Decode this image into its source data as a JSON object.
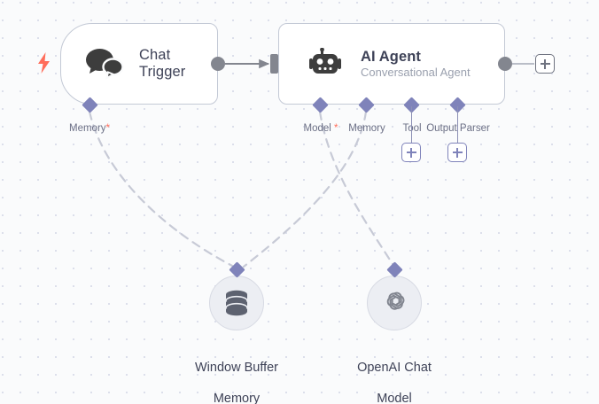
{
  "canvas": {
    "background_color": "#fafbfc",
    "grid_dot_color": "#dcdfeb"
  },
  "nodes": {
    "chat_trigger": {
      "title": "Chat\nTrigger",
      "title_line1": "Chat",
      "title_line2": "Trigger",
      "icon": "chat-bubbles-icon",
      "trigger_icon": "lightning-bolt-icon",
      "trigger_icon_color": "#ff6d5a"
    },
    "ai_agent": {
      "title": "AI Agent",
      "subtitle": "Conversational Agent",
      "icon": "robot-icon"
    },
    "window_buffer_memory": {
      "label": "Window Buffer\nMemory",
      "label_line1": "Window Buffer",
      "label_line2": "Memory",
      "icon": "database-icon"
    },
    "openai_chat_model": {
      "label": "OpenAI Chat\nModel",
      "label_line1": "OpenAI Chat",
      "label_line2": "Model",
      "icon": "openai-logo-icon"
    }
  },
  "ports": {
    "chat_trigger_memory": {
      "label": "Memory",
      "required_marker": "*"
    },
    "ai_agent_model": {
      "label": "Model",
      "required_marker": "*"
    },
    "ai_agent_memory": {
      "label": "Memory",
      "required_marker": ""
    },
    "ai_agent_tool": {
      "label": "Tool",
      "required_marker": ""
    },
    "ai_agent_output_parser": {
      "label": "Output Parser",
      "required_marker": ""
    }
  },
  "buttons": {
    "add_tool": {
      "glyph": "+",
      "name": "add-tool-button"
    },
    "add_output_parser": {
      "glyph": "+",
      "name": "add-output-parser-button"
    },
    "add_next_node": {
      "glyph": "+",
      "name": "add-next-node-button"
    }
  },
  "colors": {
    "node_border": "#c3c9d5",
    "node_title": "#3e4257",
    "node_subtitle": "#9aa0ae",
    "port_diamond": "#7f83ba",
    "port_label": "#6b6f85",
    "required_asterisk": "#ff6d5a",
    "main_connector": "#83868f",
    "dashed_connector": "#c7cad6"
  }
}
